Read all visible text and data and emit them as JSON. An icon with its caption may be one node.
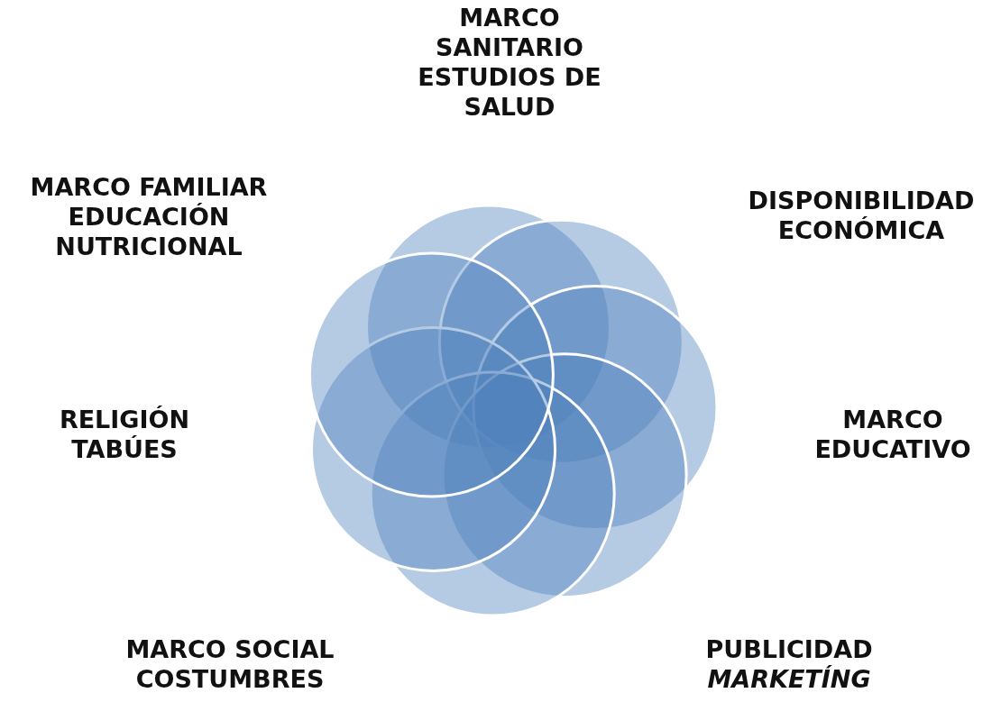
{
  "diagram": {
    "labels": [
      "MARCO SANITARIO ESTUDIOS DE SALUD",
      "MARCO FAMILIAR EDUCACIÓN NUTRICIONAL",
      "DISPONIBILIDAD ECONÓMICA",
      "RELIGIÓN TABÚES",
      "MARCO EDUCATIVO",
      "MARCO SOCIAL COSTUMBRES",
      "PUBLICIDAD *MARKETÍNG*"
    ]
  }
}
